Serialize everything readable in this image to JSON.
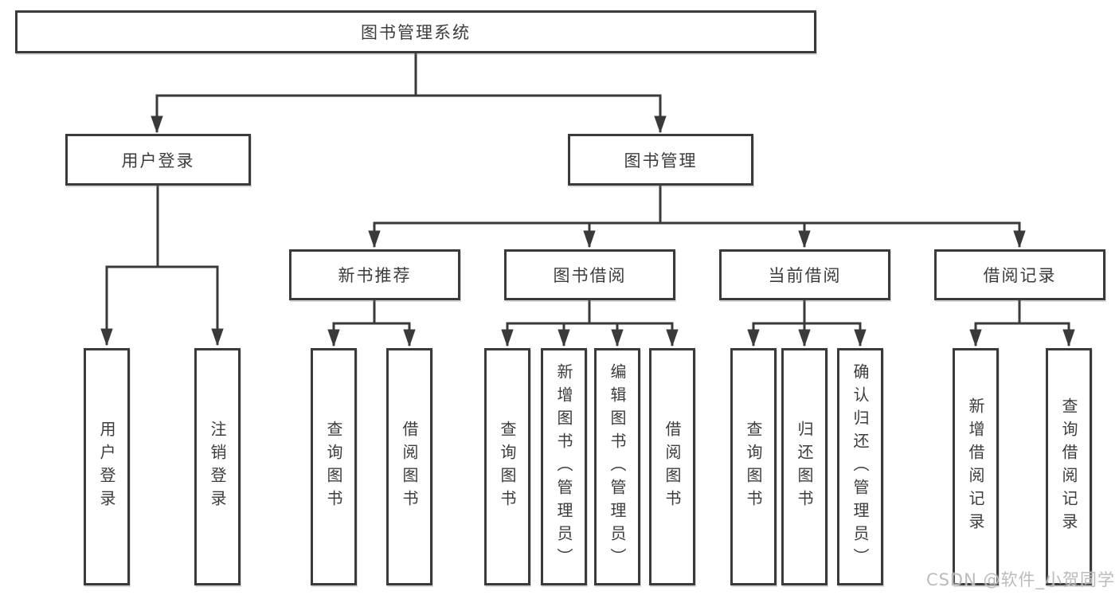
{
  "watermark": "CSDN @软件_小贺同学",
  "colors": {
    "line": "#3a3a3a",
    "box_border": "#3a3a3a",
    "box_background": "#ffffff",
    "text": "#3c3c3c",
    "watermark": "#b7b7b7"
  },
  "tree": {
    "label": "图书管理系统",
    "children": [
      {
        "label": "用户登录",
        "children": [
          {
            "label": "用户登录"
          },
          {
            "label": "注销登录"
          }
        ]
      },
      {
        "label": "图书管理",
        "children": [
          {
            "label": "新书推荐",
            "children": [
              {
                "label": "查询图书"
              },
              {
                "label": "借阅图书"
              }
            ]
          },
          {
            "label": "图书借阅",
            "children": [
              {
                "label": "查询图书"
              },
              {
                "label": "新增图书（管理员）"
              },
              {
                "label": "编辑图书（管理员）"
              },
              {
                "label": "借阅图书"
              }
            ]
          },
          {
            "label": "当前借阅",
            "children": [
              {
                "label": "查询图书"
              },
              {
                "label": "归还图书"
              },
              {
                "label": "确认归还（管理员）"
              }
            ]
          },
          {
            "label": "借阅记录",
            "children": [
              {
                "label": "新增借阅记录"
              },
              {
                "label": "查询借阅记录"
              }
            ]
          }
        ]
      }
    ]
  }
}
